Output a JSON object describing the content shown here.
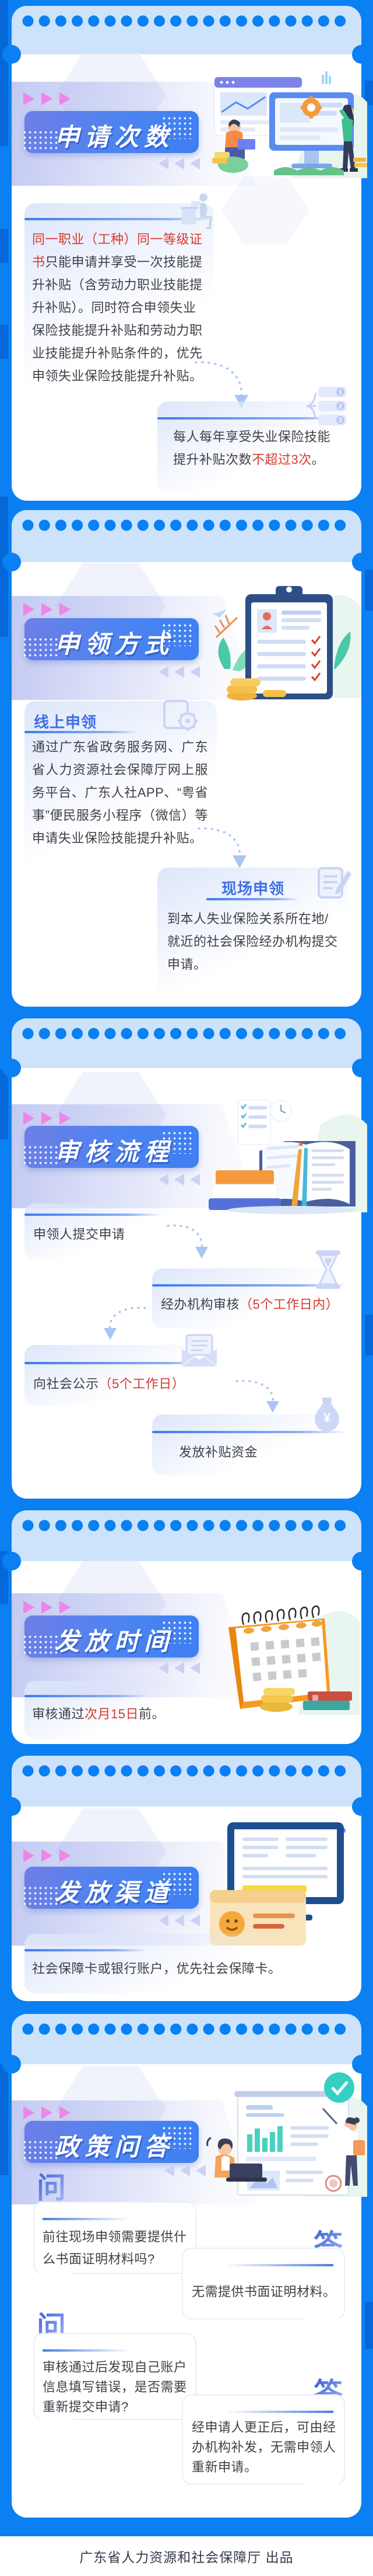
{
  "footer": {
    "credit": "广东省人力资源和社会保障厅 出品"
  },
  "colors": {
    "background": "#0a80f2",
    "strip": "#cde3fb",
    "card": "#ffffff",
    "badge_gradient_start": "#6f7ee6",
    "badge_gradient_end": "#3e7ff2",
    "accent_red": "#d6392e",
    "heading_blue": "#3f6fe6",
    "body_text": "#3f3f48",
    "pink_triangle": "#ee85e8",
    "lavender_triangle": "#c9d2f3",
    "line_blue": "#3e7bf0"
  },
  "sections": {
    "counts": {
      "title": "申请次数",
      "note1_runs": [
        {
          "text": "同一职业（工种）同一等级证书",
          "red": true
        },
        {
          "text": "只能申请并享受一次技能提升补贴（含劳动力职业技能提升补贴）。同时符合申领失业保险技能提升补贴和劳动力职业技能提升补贴条件的，优先申领失业保险技能提升补贴。"
        }
      ],
      "note2_runs": [
        {
          "text": "每人每年享受失业保险技能提升补贴次数"
        },
        {
          "text": "不超过3次",
          "red": true
        },
        {
          "text": "。"
        }
      ]
    },
    "methods": {
      "title": "申领方式",
      "online": {
        "heading": "线上申领",
        "body": "通过广东省政务服务网、广东省人力资源社会保障厅网上服务平台、广东人社APP、“粤省事”便民服务小程序（微信）等申请失业保险技能提升补贴。"
      },
      "offline": {
        "heading": "现场申领",
        "body": "到本人失业保险关系所在地/就近的社会保险经办机构提交申请。"
      }
    },
    "process": {
      "title": "审核流程",
      "steps": [
        {
          "label": "申领人提交申请",
          "note": ""
        },
        {
          "label": "经办机构审核",
          "note": "（5个工作日内）"
        },
        {
          "label": "向社会公示",
          "note": "（5个工作日）"
        },
        {
          "label": "发放补贴资金",
          "note": ""
        }
      ]
    },
    "time": {
      "title": "发放时间",
      "body_runs": [
        {
          "text": "审核通过"
        },
        {
          "text": "次月15日",
          "red": true
        },
        {
          "text": "前。"
        }
      ]
    },
    "channel": {
      "title": "发放渠道",
      "body": "社会保障卡或银行账户，优先社会保障卡。"
    },
    "qa": {
      "title": "政策问答",
      "q_label": "问",
      "a_label": "答",
      "items": [
        {
          "q": "前往现场申领需要提供什么书面证明材料吗?",
          "a": "无需提供书面证明材料。"
        },
        {
          "q": "审核通过后发现自己账户信息填写错误，是否需要重新提交申请?",
          "a": "经申请人更正后，可由经办机构补发，无需申领人重新申请。"
        }
      ]
    }
  }
}
